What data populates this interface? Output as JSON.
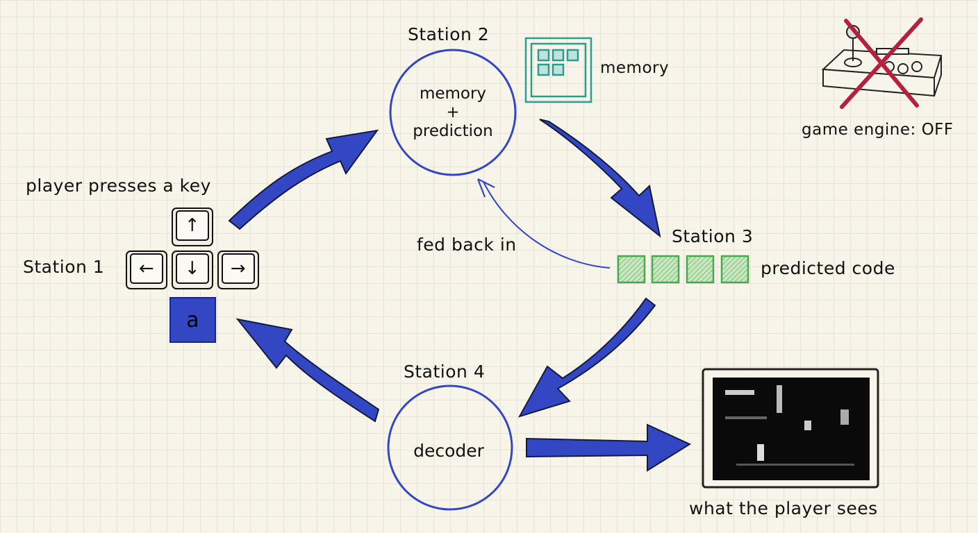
{
  "stations": {
    "s1": "Station 1",
    "s2": "Station 2",
    "s3": "Station 3",
    "s4": "Station 4"
  },
  "labels": {
    "player_presses": "player presses a key",
    "memory": "memory",
    "fed_back": "fed back in",
    "predicted_code": "predicted code",
    "game_engine": "game engine: OFF",
    "player_sees": "what the player sees"
  },
  "circle2": {
    "line1": "memory",
    "line2": "+",
    "line3": "prediction"
  },
  "circle4": {
    "text": "decoder"
  },
  "keys": {
    "up": "↑",
    "left": "←",
    "down": "↓",
    "right": "→",
    "a": "a"
  },
  "icons": [
    "joystick-icon",
    "cross-out-icon",
    "memory-grid-icon",
    "game-screen-icon"
  ],
  "colors": {
    "arrow_blue": "#3347c4",
    "memory_teal": "#2a9d93",
    "code_green": "#4aa84f",
    "cross_red": "#b5203e"
  }
}
